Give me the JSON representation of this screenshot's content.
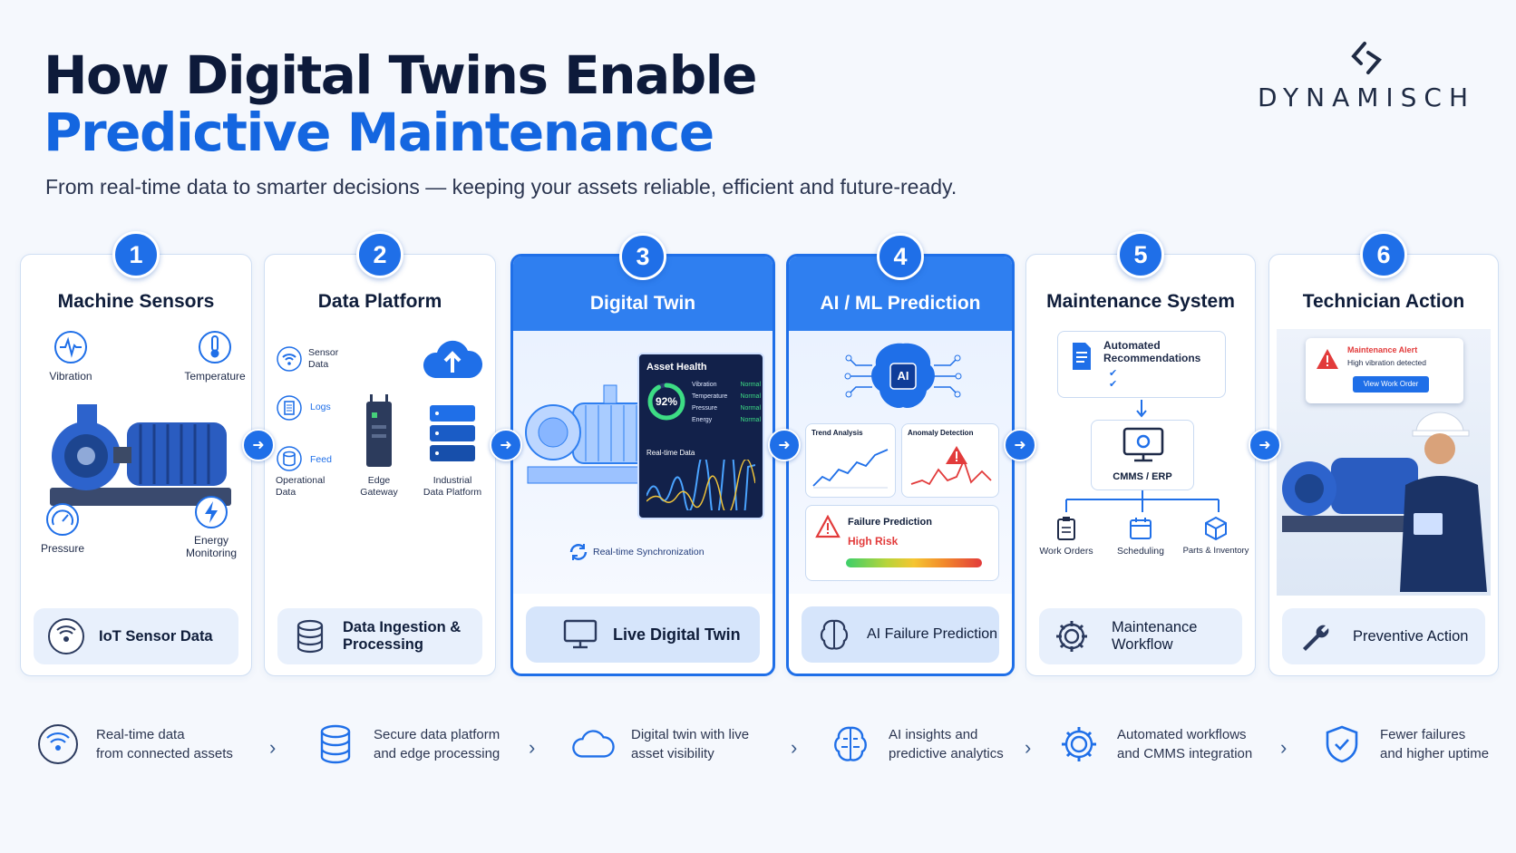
{
  "header": {
    "title_line1": "How Digital Twins Enable",
    "title_line2": "Predictive Maintenance",
    "subtitle": "From real-time data to smarter decisions — keeping your assets reliable, efficient and future-ready.",
    "brand": "DYNAMISCH"
  },
  "colors": {
    "accent": "#1f6fe8",
    "title_dark": "#0d1a3a",
    "title_blue": "#1466e0",
    "risk": "#e23b3b"
  },
  "steps": [
    {
      "number": "1",
      "title": "Machine Sensors",
      "footer": "IoT Sensor Data",
      "labels": {
        "vibration": "Vibration",
        "temperature": "Temperature",
        "pressure": "Pressure",
        "energy": "Energy\nMonitoring"
      }
    },
    {
      "number": "2",
      "title": "Data Platform",
      "footer": "Data Ingestion &\nProcessing",
      "labels": {
        "sensor_data": "Sensor\nData",
        "logs": "Logs",
        "feed": "Feed",
        "operational_data": "Operational\nData",
        "edge_gateway": "Edge\nGateway",
        "industrial_platform": "Industrial\nData Platform"
      }
    },
    {
      "number": "3",
      "title": "Digital Twin",
      "footer": "Live Digital Twin",
      "dashboard": {
        "heading": "Asset Health",
        "health": "92%",
        "health_value": 0.92,
        "metrics": [
          {
            "name": "Vibration",
            "status": "Normal"
          },
          {
            "name": "Temperature",
            "status": "Normal"
          },
          {
            "name": "Pressure",
            "status": "Normal"
          },
          {
            "name": "Energy",
            "status": "Normal"
          }
        ],
        "chart_label": "Real-time Data"
      },
      "sync_label": "Real-time Synchronization"
    },
    {
      "number": "4",
      "title": "AI / ML Prediction",
      "footer": "AI Failure Prediction",
      "ai_label": "AI",
      "trend": "Trend Analysis",
      "anomaly": "Anomaly Detection",
      "failure_title": "Failure Prediction",
      "risk": "High Risk"
    },
    {
      "number": "5",
      "title": "Maintenance System",
      "footer": "Maintenance\nWorkflow",
      "recommendations": "Automated\nRecommendations",
      "cmms": "CMMS / ERP",
      "work_orders": "Work Orders",
      "scheduling": "Scheduling",
      "parts": "Parts & Inventory"
    },
    {
      "number": "6",
      "title": "Technician Action",
      "footer": "Preventive Action",
      "alert_title": "Maintenance Alert",
      "alert_text": "High vibration detected",
      "alert_button": "View Work Order"
    }
  ],
  "benefits": [
    {
      "icon": "iot-icon",
      "text": "Real-time data\nfrom connected assets"
    },
    {
      "icon": "database-icon",
      "text": "Secure data platform\nand edge processing"
    },
    {
      "icon": "cloud-icon",
      "text": "Digital twin with live\nasset visibility"
    },
    {
      "icon": "brain-icon",
      "text": "AI insights and\npredictive analytics"
    },
    {
      "icon": "gear-icon",
      "text": "Automated workflows\nand CMMS integration"
    },
    {
      "icon": "shield-icon",
      "text": "Fewer failures\nand higher uptime"
    }
  ]
}
